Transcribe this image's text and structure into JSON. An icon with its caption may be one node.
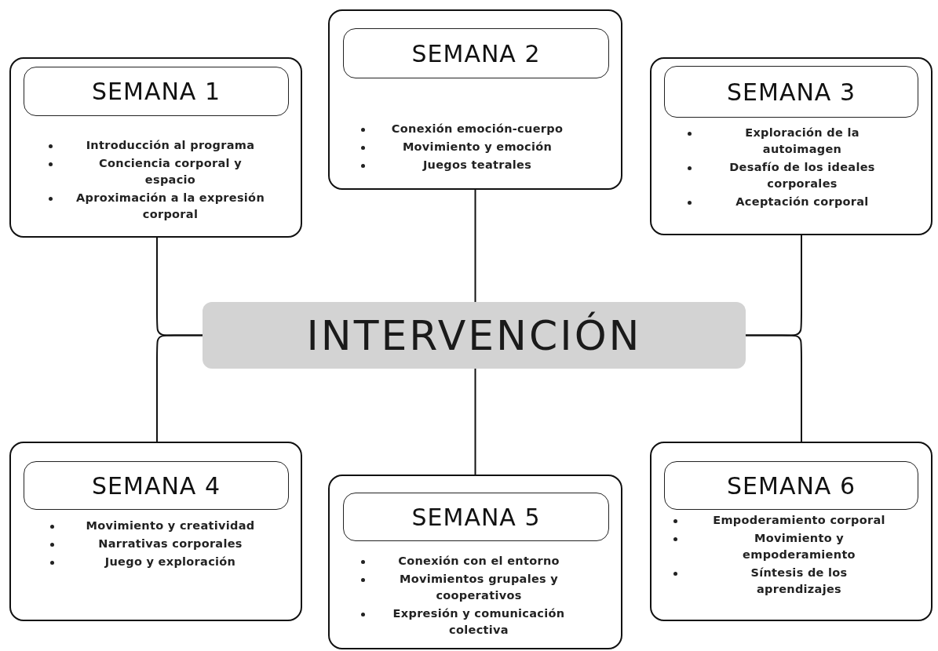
{
  "diagram": {
    "nodes": [
      {
        "text": [
          "Introducción al programa",
          "Conciencia corporal y espacio",
          "Aproximación a la expresión corporal"
        ]
      },
      {
        "text": [
          "SEMANA 1"
        ],
        "in": 0
      },
      {
        "text": [
          "Conexión emoción-cuerpo",
          "Movimiento y emoción",
          "Juegos teatrales"
        ]
      },
      {
        "text": [
          "SEMANA 2"
        ],
        "in": 2
      },
      {
        "text": [
          "Exploración de la autoimagen",
          "Desafío de los ideales corporales",
          "Aceptación corporal"
        ]
      },
      {
        "text": [
          "SEMANA 3"
        ],
        "in": 4
      },
      {
        "text": [
          "INTERVENCIÓN"
        ]
      },
      {
        "text": [
          "Movimiento y creatividad",
          "Narrativas corporales",
          "Juego y exploración"
        ]
      },
      {
        "text": [
          "SEMANA 4"
        ],
        "in": 7
      },
      {
        "text": [
          "Conexión con el entorno",
          "Movimientos grupales y cooperativos",
          "Expresión y comunicación colectiva"
        ]
      },
      {
        "text": [
          "SEMANA 5"
        ],
        "in": 9
      },
      {
        "text": [
          "Empoderamiento corporal",
          "Movimiento y empoderamiento",
          "Síntesis de los aprendizajes"
        ]
      },
      {
        "text": [
          "SEMANA 6"
        ],
        "in": 11
      }
    ],
    "edges": [
      {
        "from": 6,
        "to": 0,
        "arrow": "none"
      },
      {
        "from": 6,
        "to": 2,
        "arrow": "none"
      },
      {
        "from": 6,
        "to": 4,
        "arrow": "none"
      },
      {
        "from": 6,
        "to": 7,
        "arrow": "none"
      },
      {
        "from": 6,
        "to": 9,
        "arrow": "none"
      },
      {
        "from": 6,
        "to": 11,
        "arrow": "none"
      }
    ]
  }
}
